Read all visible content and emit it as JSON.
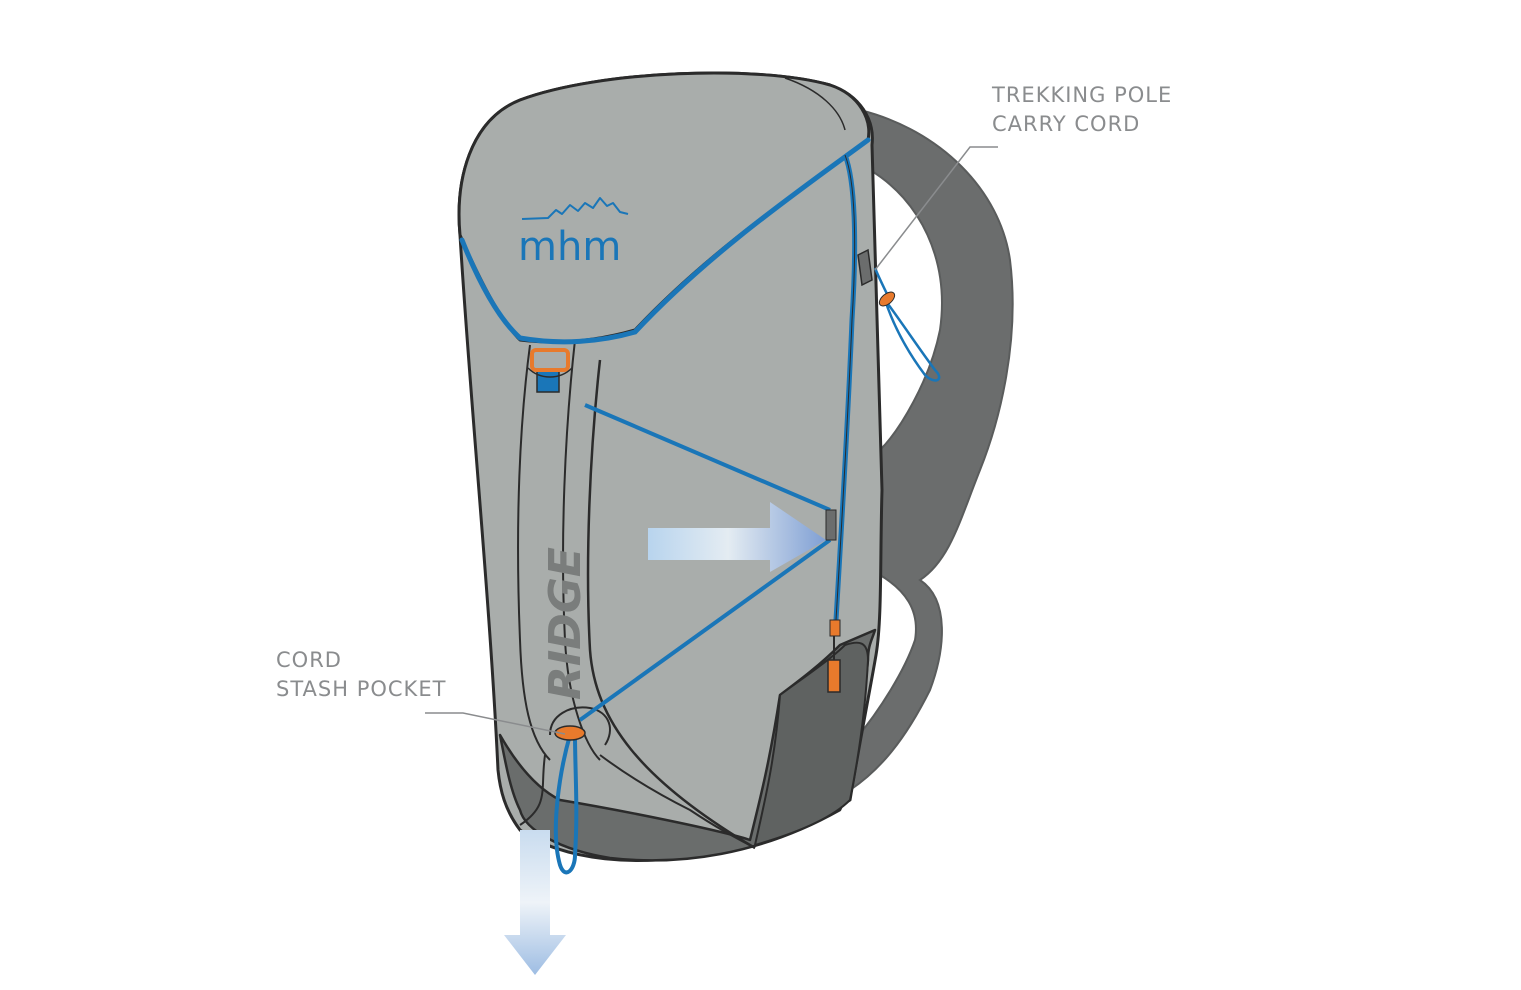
{
  "brand": {
    "logo_text": "mhm",
    "product_name": "RIDGE"
  },
  "callouts": {
    "trekking_pole": {
      "line1": "TREKKING POLE",
      "line2": "CARRY CORD"
    },
    "cord_stash": {
      "line1": "CORD",
      "line2": "STASH POCKET"
    }
  },
  "colors": {
    "body_light": "#a9adab",
    "body_dark": "#6a6d6c",
    "strap": "#6b6d6d",
    "outline": "#2b2b2b",
    "accent_blue": "#1a76b8",
    "accent_orange": "#e87a2c",
    "label_grey": "#8a8c8e",
    "arrow_light": "#cfe1f2",
    "arrow_mid": "#7fa6d6"
  },
  "icons": {
    "top_buckle": "buckle-icon",
    "zipper_pull": "zipper-pull-icon",
    "cord_lock": "cord-lock-icon",
    "direction_arrow": "arrow-right-icon",
    "down_arrow": "arrow-down-icon"
  }
}
